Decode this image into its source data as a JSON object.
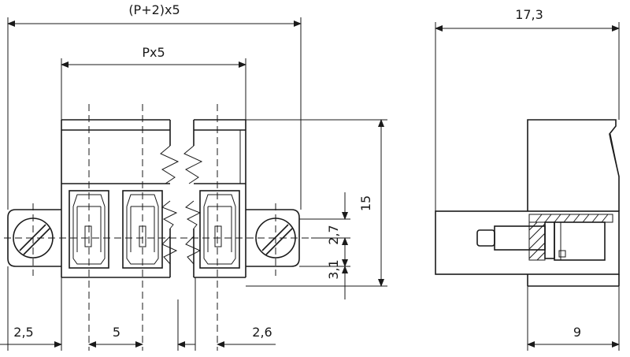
{
  "front_view": {
    "dim_total_width": "(P+2)x5",
    "dim_pitch_span": "Px5",
    "dim_height": "15",
    "dim_pin_offset": "2,7",
    "dim_bottom_offset": "3,1",
    "dim_edge": "2,5",
    "dim_pitch": "5",
    "dim_right_edge": "2,6"
  },
  "side_view": {
    "dim_depth": "17,3",
    "dim_plug_depth": "9"
  },
  "colors": {
    "line": "#1a1a1a",
    "background": "#ffffff"
  }
}
